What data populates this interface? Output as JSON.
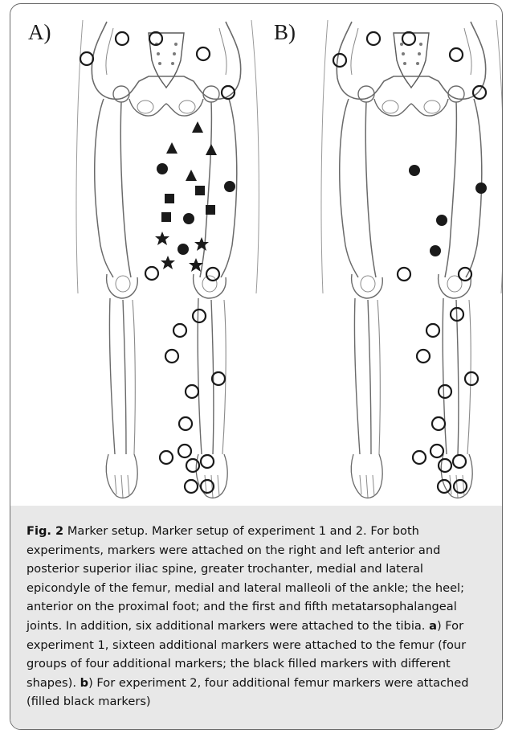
{
  "figure": {
    "panel_a_label": "A)",
    "panel_b_label": "B)",
    "fig_label": "Fig. 2",
    "caption_title": "Marker setup.",
    "caption_intro": "Marker setup of experiment 1 and 2. For both experiments, markers were attached on the right and left anterior and posterior superior iliac spine, greater trochanter, medial and lateral epicondyle of the femur, medial and lateral malleoli of the ankle; the heel; anterior on the proximal foot; and the first and fifth metatarsophalangeal joints. In addition, six additional markers were attached to the tibia.",
    "part_a_letter": "a",
    "part_a_text": ") For experiment 1, sixteen additional markers were attached to the femur (four groups of four additional markers; the black filled markers with different shapes).",
    "part_b_letter": "b",
    "part_b_text": ") For experiment 2, four additional femur markers were attached (filled black markers)"
  },
  "colors": {
    "frame": "#6b6b6b",
    "caption_bg": "#e8e8e8",
    "ink": "#1a1a1a",
    "bone_line": "#6a6a6a"
  }
}
